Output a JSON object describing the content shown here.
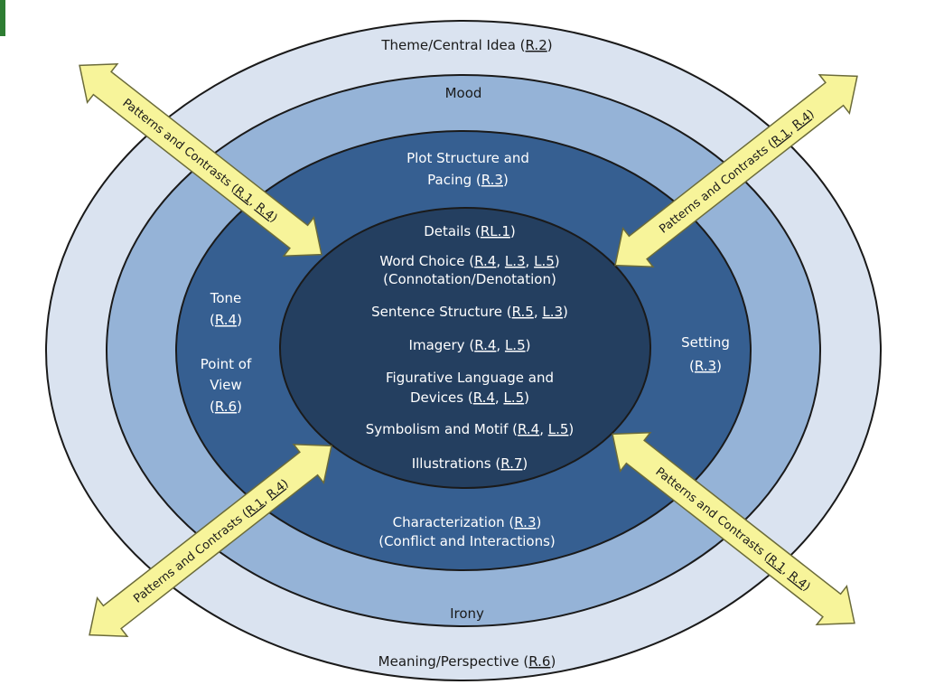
{
  "rings": {
    "outer_top": {
      "pre": "Theme/Central Idea (",
      "ref": "R.2",
      "post": ")"
    },
    "outer_bottom": {
      "pre": "Meaning/Perspective (",
      "ref": "R.6",
      "post": ")"
    },
    "ring2_top": "Mood",
    "ring2_bottom": "Irony",
    "ring3": {
      "plot_line1": "Plot Structure and",
      "plot_line2_pre": "Pacing (",
      "plot_ref": "R.3",
      "plot_line2_post": ")",
      "tone": "Tone",
      "tone_ref": "R.4",
      "pov_line1": "Point of",
      "pov_line2": "View",
      "pov_ref": "R.6",
      "setting": "Setting",
      "setting_ref": "R.3",
      "char_pre": "Characterization (",
      "char_ref": "R.3",
      "char_post": ")",
      "char_line2": "(Conflict and Interactions)"
    },
    "core": {
      "details_pre": "Details (",
      "details_ref": "RL.1",
      "details_post": ")",
      "word_pre": "Word Choice (",
      "word_refs": [
        "R.4",
        "L.3",
        "L.5"
      ],
      "word_post": ")",
      "word_line2": "(Connotation/Denotation)",
      "sentence_pre": "Sentence Structure (",
      "sentence_refs": [
        "R.5",
        "L.3"
      ],
      "sentence_post": ")",
      "imagery_pre": "Imagery (",
      "imagery_refs": [
        "R.4",
        "L.5"
      ],
      "imagery_post": ")",
      "fig_line1": "Figurative Language and",
      "fig_pre": "Devices (",
      "fig_refs": [
        "R.4",
        "L.5"
      ],
      "fig_post": ")",
      "symbol_pre": "Symbolism and Motif (",
      "symbol_refs": [
        "R.4",
        "L.5"
      ],
      "symbol_post": ")",
      "illus_pre": "Illustrations (",
      "illus_ref": "R.7",
      "illus_post": ")"
    }
  },
  "arrows": {
    "pre": "Patterns and Contrasts (",
    "refs": [
      "R.1",
      "R.4"
    ],
    "post": ")"
  },
  "colors": {
    "ring_outer": "#dae3f0",
    "ring_2": "#95b3d7",
    "ring_3": "#365f91",
    "core": "#243f60",
    "arrow_fill": "#f7f49a",
    "arrow_stroke": "#6b6b3a"
  }
}
